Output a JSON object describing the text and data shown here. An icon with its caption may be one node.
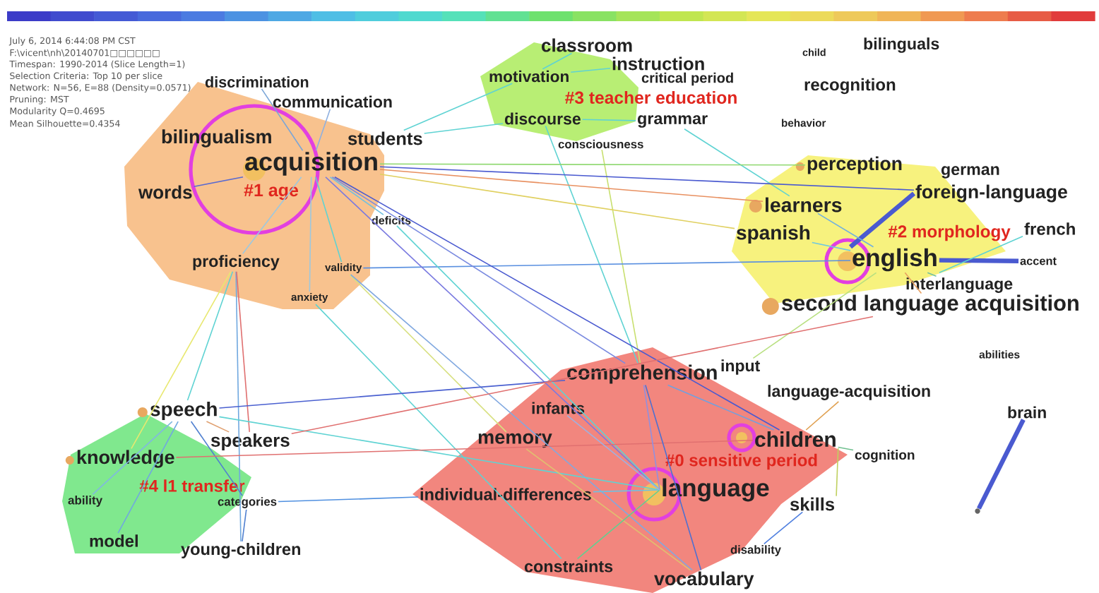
{
  "diagram": {
    "nodes": [
      {
        "text": [
          "#1 age"
        ]
      },
      {
        "text": [
          "discrimination"
        ]
      },
      {
        "text": [
          "communication"
        ]
      },
      {
        "text": [
          "bilingualism"
        ],
        "in": 0
      },
      {
        "text": [
          "students"
        ]
      },
      {
        "text": [
          "acquisition"
        ],
        "in": 0
      },
      {
        "text": [
          "words"
        ],
        "in": 0
      },
      {
        "text": [
          "deficits"
        ]
      },
      {
        "text": [
          "proficiency"
        ],
        "in": 0
      },
      {
        "text": [
          "validity"
        ],
        "in": 0
      },
      {
        "text": [
          "anxiety"
        ],
        "in": 0
      },
      {
        "text": [
          "#3 teacher education"
        ]
      },
      {
        "text": [
          "classroom"
        ]
      },
      {
        "text": [
          "instruction"
        ]
      },
      {
        "text": [
          "motivation"
        ],
        "in": 11
      },
      {
        "text": [
          "critical period"
        ]
      },
      {
        "text": [
          "discourse"
        ],
        "in": 11
      },
      {
        "text": [
          "grammar"
        ]
      },
      {
        "text": [
          "consciousness"
        ]
      },
      {
        "text": [
          "child"
        ]
      },
      {
        "text": [
          "bilinguals"
        ]
      },
      {
        "text": [
          "recognition"
        ]
      },
      {
        "text": [
          "behavior"
        ]
      },
      {
        "text": [
          "#2 morphology"
        ]
      },
      {
        "text": [
          "perception"
        ],
        "in": 23
      },
      {
        "text": [
          "german"
        ],
        "in": 23
      },
      {
        "text": [
          "foreign-language"
        ]
      },
      {
        "text": [
          "learners"
        ],
        "in": 23
      },
      {
        "text": [
          "french"
        ]
      },
      {
        "text": [
          "spanish"
        ],
        "in": 23
      },
      {
        "text": [
          "english"
        ],
        "in": 23
      },
      {
        "text": [
          "accent"
        ]
      },
      {
        "text": [
          "interlanguage"
        ]
      },
      {
        "text": [
          "second language acquisition"
        ]
      },
      {
        "text": [
          "abilities"
        ]
      },
      {
        "text": [
          "brain"
        ]
      },
      {
        "text": [],
        "shape": "circle"
      },
      {
        "text": [
          "#0 sensitive period"
        ]
      },
      {
        "text": [
          "comprehension"
        ],
        "in": 37
      },
      {
        "text": [
          "input"
        ],
        "in": 37
      },
      {
        "text": [
          "infants"
        ],
        "in": 37
      },
      {
        "text": [
          "language-acquisition"
        ]
      },
      {
        "text": [
          "memory"
        ],
        "in": 37
      },
      {
        "text": [
          "children"
        ],
        "in": 37
      },
      {
        "text": [
          "cognition"
        ]
      },
      {
        "text": [
          "individual-differences"
        ],
        "in": 37
      },
      {
        "text": [
          "language"
        ],
        "in": 37
      },
      {
        "text": [
          "skills"
        ],
        "in": 37
      },
      {
        "text": [
          "disability"
        ],
        "in": 37
      },
      {
        "text": [
          "constraints"
        ],
        "in": 37
      },
      {
        "text": [
          "vocabulary"
        ],
        "in": 37
      },
      {
        "text": [
          "#4 l1 transfer"
        ]
      },
      {
        "text": [
          "speech"
        ]
      },
      {
        "text": [
          "speakers"
        ]
      },
      {
        "text": [
          "knowledge"
        ],
        "in": 51
      },
      {
        "text": [
          "ability"
        ],
        "in": 51
      },
      {
        "text": [
          "categories"
        ]
      },
      {
        "text": [
          "model"
        ],
        "in": 51
      },
      {
        "text": [
          "young-children"
        ]
      }
    ],
    "edges": [
      {
        "from": 5,
        "to": 1,
        "arrow": "none",
        "color": "#7aa6d8"
      },
      {
        "from": 5,
        "to": 2,
        "arrow": "none",
        "color": "#8fb0e0"
      },
      {
        "from": 5,
        "to": 6,
        "arrow": "none",
        "color": "#5a6ad0"
      },
      {
        "from": 5,
        "to": 8,
        "arrow": "none",
        "color": "#9cc8e0"
      },
      {
        "from": 5,
        "to": 9,
        "arrow": "none"
      },
      {
        "from": 5,
        "to": 10,
        "arrow": "none",
        "color": "#9cc8e0"
      },
      {
        "from": 5,
        "to": 7,
        "arrow": "none",
        "color": "#70c0e0"
      },
      {
        "from": 4,
        "to": 14,
        "arrow": "none"
      },
      {
        "from": 4,
        "to": 16,
        "arrow": "none"
      },
      {
        "from": 12,
        "to": 14,
        "arrow": "none"
      },
      {
        "from": 13,
        "to": 14,
        "arrow": "none"
      },
      {
        "from": 16,
        "to": 17,
        "arrow": "none"
      },
      {
        "from": 16,
        "to": 38,
        "arrow": "none"
      },
      {
        "from": 18,
        "to": 38,
        "arrow": "none",
        "color": "#c8e070"
      },
      {
        "from": 17,
        "to": 27,
        "arrow": "none"
      },
      {
        "from": 5,
        "to": 24,
        "arrow": "none",
        "color": "#8fd870"
      },
      {
        "from": 5,
        "to": 26,
        "arrow": "none",
        "color": "#4a5ad0"
      },
      {
        "from": 5,
        "to": 27,
        "arrow": "none",
        "color": "#e89060"
      },
      {
        "from": 5,
        "to": 29,
        "arrow": "none",
        "color": "#e0d060"
      },
      {
        "from": 9,
        "to": 30,
        "arrow": "none",
        "color": "#5a90e0"
      },
      {
        "from": 30,
        "to": 26,
        "arrow": "none",
        "style": "thick",
        "color": "#4a5ad0"
      },
      {
        "from": 30,
        "to": 31,
        "arrow": "none",
        "style": "thick",
        "color": "#4a5ad0"
      },
      {
        "from": 30,
        "to": 32,
        "arrow": "none",
        "color": "#70c0a0"
      },
      {
        "from": 30,
        "to": 33,
        "arrow": "none",
        "color": "#e8a060"
      },
      {
        "from": 30,
        "to": 27,
        "arrow": "none",
        "color": "#70b0e0"
      },
      {
        "from": 30,
        "to": 29,
        "arrow": "none",
        "color": "#70c8e0"
      },
      {
        "from": 39,
        "to": 30,
        "arrow": "none",
        "color": "#b8e080"
      },
      {
        "from": 35,
        "to": 36,
        "arrow": "none",
        "style": "thick",
        "color": "#4a5ad0"
      },
      {
        "from": 5,
        "to": 43,
        "arrow": "none",
        "color": "#4a5ad0"
      },
      {
        "from": 5,
        "to": 46,
        "arrow": "none",
        "color": "#7a7ae0"
      },
      {
        "from": 7,
        "to": 46,
        "arrow": "none"
      },
      {
        "from": 5,
        "to": 38,
        "arrow": "none",
        "color": "#7a8ae0"
      },
      {
        "from": 9,
        "to": 42,
        "arrow": "none",
        "color": "#d8e080"
      },
      {
        "from": 9,
        "to": 50,
        "arrow": "none",
        "color": "#80a8e0"
      },
      {
        "from": 10,
        "to": 49,
        "arrow": "none"
      },
      {
        "from": 8,
        "to": 54,
        "arrow": "none",
        "color": "#e8e870"
      },
      {
        "from": 8,
        "to": 52,
        "arrow": "none"
      },
      {
        "from": 8,
        "to": 58,
        "arrow": "none",
        "color": "#70a8e0"
      },
      {
        "from": 8,
        "to": 53,
        "arrow": "none",
        "color": "#e07070"
      },
      {
        "from": 52,
        "to": 38,
        "arrow": "none",
        "color": "#4a60d0"
      },
      {
        "from": 52,
        "to": 46,
        "arrow": "none"
      },
      {
        "from": 52,
        "to": 57,
        "arrow": "none",
        "color": "#70a8e0"
      },
      {
        "from": 52,
        "to": 56,
        "arrow": "none",
        "color": "#5080d0"
      },
      {
        "from": 52,
        "to": 53,
        "arrow": "none",
        "color": "#e0a070"
      },
      {
        "from": 52,
        "to": 55,
        "arrow": "none",
        "color": "#80b8e0"
      },
      {
        "from": 54,
        "to": 43,
        "arrow": "none",
        "color": "#e07070"
      },
      {
        "from": 53,
        "to": 33,
        "arrow": "none",
        "color": "#e07070"
      },
      {
        "from": 56,
        "to": 45,
        "arrow": "none",
        "color": "#5090e0"
      },
      {
        "from": 58,
        "to": 56,
        "arrow": "none",
        "color": "#5080d0"
      },
      {
        "from": 38,
        "to": 46,
        "arrow": "none",
        "color": "#9090e0"
      },
      {
        "from": 38,
        "to": 50,
        "arrow": "none",
        "color": "#5070d0"
      },
      {
        "from": 38,
        "to": 43,
        "arrow": "none",
        "color": "#70a0e0"
      },
      {
        "from": 45,
        "to": 46,
        "arrow": "none",
        "color": "#70c0e0"
      },
      {
        "from": 42,
        "to": 50,
        "arrow": "none",
        "color": "#e0c070"
      },
      {
        "from": 49,
        "to": 46,
        "arrow": "none",
        "color": "#60d090"
      },
      {
        "from": 43,
        "to": 47,
        "arrow": "none",
        "color": "#c0d060"
      },
      {
        "from": 43,
        "to": 44,
        "arrow": "none",
        "color": "#70c090"
      },
      {
        "from": 41,
        "to": 43,
        "arrow": "none",
        "color": "#e0a050"
      },
      {
        "from": 48,
        "to": 47,
        "arrow": "none",
        "color": "#5080e0"
      },
      {
        "from": 40,
        "to": 46,
        "arrow": "none",
        "color": "#a0b0e0"
      },
      {
        "from": 30,
        "to": 28,
        "arrow": "none"
      }
    ],
    "labels": [
      "July 6, 2014 6:44:08 PM CST",
      "F:\\vicent\\nh\\20140701□□□□□□",
      "Timespan: 1990-2014 (Slice Length=1)",
      "Selection Criteria: Top 10 per slice",
      "Network: N=56, E=88 (Density=0.0571)",
      "Pruning: MST",
      "Modularity Q=0.4695",
      "Mean Silhouette=0.4354"
    ]
  }
}
